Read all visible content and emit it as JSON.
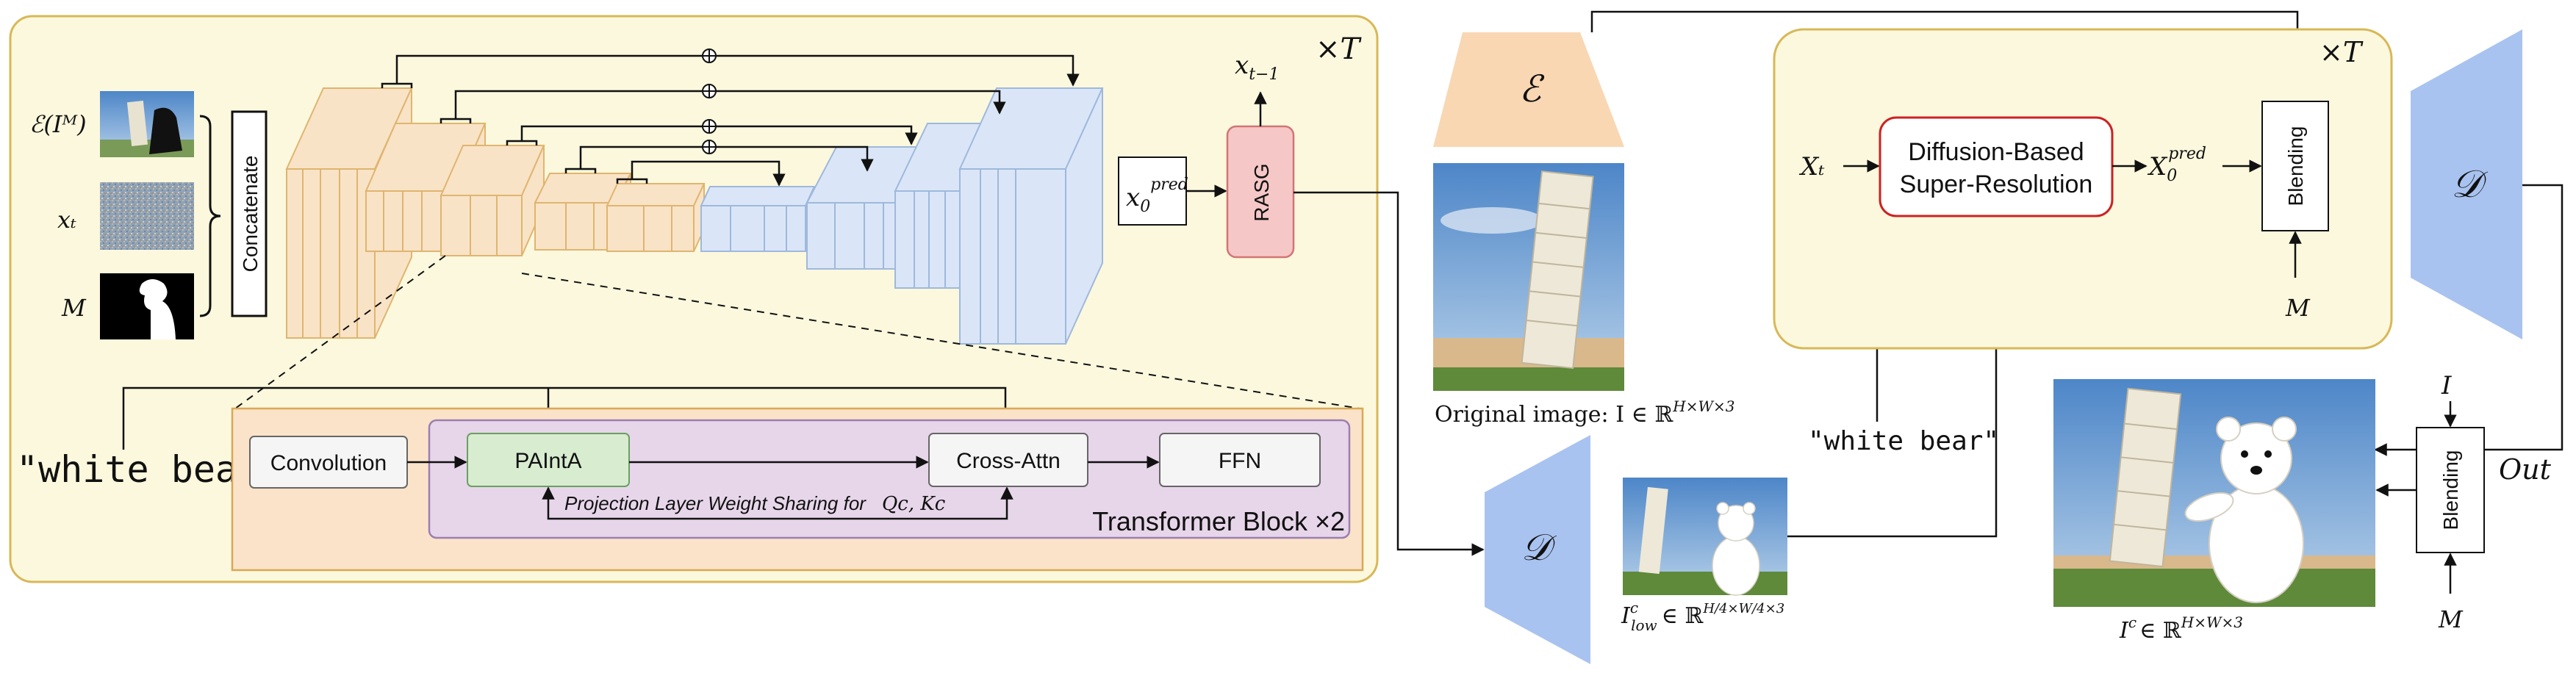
{
  "colors": {
    "panel_fill": "#fbf8dd",
    "panel_stroke": "#d8b857",
    "encoder_fill": "#f9e3c7",
    "encoder_stroke": "#dfb56f",
    "decoder_fill": "#dae6f7",
    "decoder_stroke": "#9fb8dc",
    "transformer_fill": "#fbe3c9",
    "transformer_stroke": "#d9a856",
    "block_fill": "#e7d6ea",
    "block_stroke": "#9b7fb1",
    "paint_fill": "#d8ecd0",
    "paint_stroke": "#6aa060",
    "rasg_fill": "#f6c7c7",
    "rasg_stroke": "#d17575",
    "sr_stroke": "#cc2222",
    "decoder_trap": "#a9c3f0"
  },
  "left_panel": {
    "repeat_label": "×T",
    "inputs": {
      "latent_label": "ℰ(Iᴹ)",
      "noisy_label": "xₜ",
      "mask_label": "M"
    },
    "concatenate_label": "Concatenate",
    "x0_pred_label": "x",
    "x0_pred_sub": "0",
    "x0_pred_sup": "pred",
    "rasg_label": "RASG",
    "output_label": "x",
    "output_sub": "t−1",
    "prompt_text": "\"white bear\"",
    "transformer": {
      "convolution_label": "Convolution",
      "paint_label": "PAIntA",
      "cross_attn_label": "Cross-Attn",
      "ffn_label": "FFN",
      "sharing_label": "Projection Layer Weight Sharing for",
      "sharing_math": "Qc, Kc",
      "block_label": "Transformer Block ×2"
    }
  },
  "right_panel": {
    "encoder_symbol": "ℰ",
    "original_caption": "Original image: I ∈ ℝ",
    "original_caption_sup": "H×W×3",
    "decoder_symbol": "𝒟",
    "decoder_symbol_low": "𝒟",
    "low_caption": "I",
    "low_caption_sup": "c",
    "low_caption_sub": "low",
    "low_caption_tail": "∈ ℝ",
    "low_caption_tail_sup": "H/4×W/4×3",
    "prompt_text": "\"white bear\"",
    "sr_panel": {
      "repeat_label": "×T",
      "xt_label": "Xₜ",
      "sr_label_line1": "Diffusion-Based",
      "sr_label_line2": "Super-Resolution",
      "x0_label": "X",
      "x0_sub": "0",
      "x0_sup": "pred",
      "blending_label": "Blending",
      "mask_label": "M"
    },
    "i_label": "I",
    "blending_label": "Blending",
    "mask_label": "M",
    "out_label": "Out",
    "final_caption": "I",
    "final_caption_sup": "c",
    "final_caption_tail": "∈ ℝ",
    "final_caption_tail_sup": "H×W×3"
  }
}
